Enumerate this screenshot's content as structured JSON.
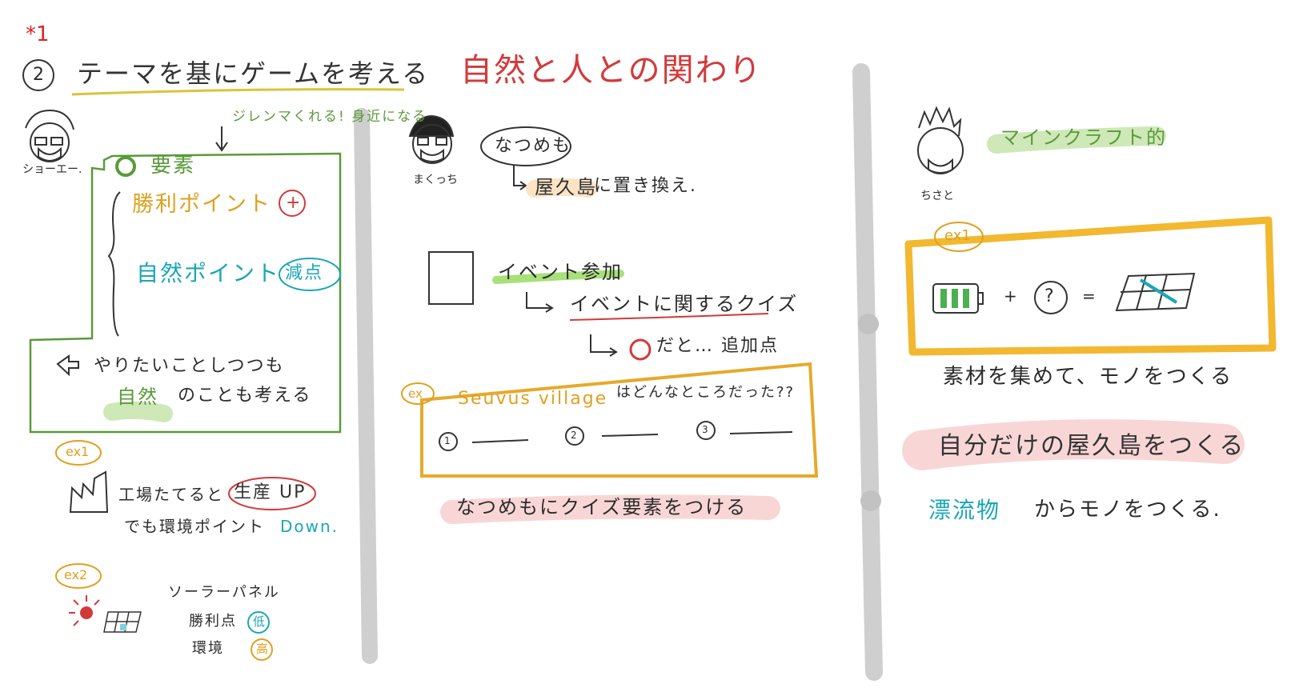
{
  "footnote": "*1",
  "header": {
    "number": "2",
    "title": "テーマを基にゲームを考える",
    "theme": "自然と人との関わり"
  },
  "colors": {
    "green": "#5a9a3a",
    "orange": "#e0a020",
    "red": "#d23a3a",
    "teal": "#1aa6b8",
    "gray": "#cfcfcf",
    "pink": "#f9d6d6"
  },
  "left": {
    "name": "ショーエー.",
    "note": "ジレンマくれる! 身近になる",
    "elements_label": "要素",
    "win_points": "勝利ポイント",
    "plus": "+",
    "nature_points": "自然ポイント",
    "minus": "減点",
    "idea_line1": "やりたいことしつつも",
    "idea_nature": "自然",
    "idea_rest": "のことも考える",
    "ex1_tag": "ex1",
    "ex1_line1": "工場たてると",
    "ex1_badge": "生産 UP",
    "ex1_line2": "でも環境ポイント",
    "ex1_down": "Down.",
    "ex2_tag": "ex2",
    "ex2_title": "ソーラーパネル",
    "ex2_win": "勝利点",
    "ex2_win_level": "低",
    "ex2_env": "環境",
    "ex2_env_level": "高"
  },
  "middle": {
    "name": "まくっち",
    "bubble": "なつめも",
    "replace_place": "屋久島",
    "replace_rest": "に置き換え.",
    "event": "イベント参加",
    "quiz": "イベントに関するクイズ",
    "bonus": "だと… 追加点",
    "ex_tag": "ex",
    "village": "Seuvus village",
    "village_q": "はどんなところだった??",
    "blank1": "1",
    "blank2": "2",
    "blank3": "3",
    "summary": "なつめもにクイズ要素をつける"
  },
  "right": {
    "name": "ちさと",
    "style": "マインクラフト的",
    "ex1_tag": "ex1",
    "plus": "+",
    "question": "?",
    "equals": "=",
    "line1": "素材を集めて、モノをつくる",
    "line2": "自分だけの屋久島をつくる",
    "line3_teal": "漂流物",
    "line3_rest": "からモノをつくる."
  }
}
